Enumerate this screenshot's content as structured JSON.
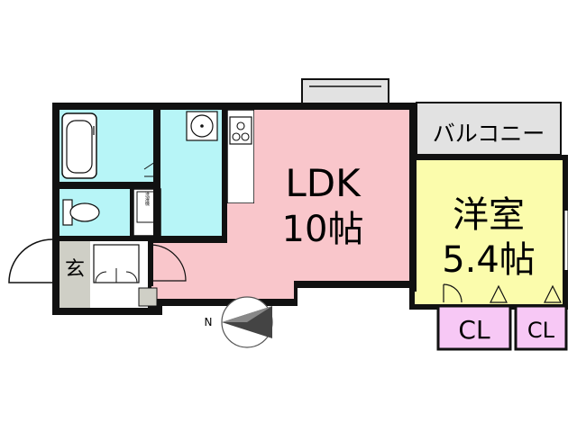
{
  "rooms": {
    "ldk": {
      "name": "LDK",
      "size": "10帖"
    },
    "western": {
      "name": "洋室",
      "size": "5.4帖"
    },
    "balcony": {
      "name": "バルコニー"
    },
    "entrance": {
      "name": "玄"
    },
    "closet_1": {
      "name": "CL"
    },
    "closet_2": {
      "name": "CL"
    }
  },
  "compass": {
    "label": "N"
  },
  "colors": {
    "ldk": "#f9c6cb",
    "western": "#fbfcac",
    "wet_area": "#b7f5f7",
    "closet": "#f7c8f5",
    "balcony": "#e2e2e2",
    "entrance": "#cfcfc6",
    "wall": "#111111"
  }
}
